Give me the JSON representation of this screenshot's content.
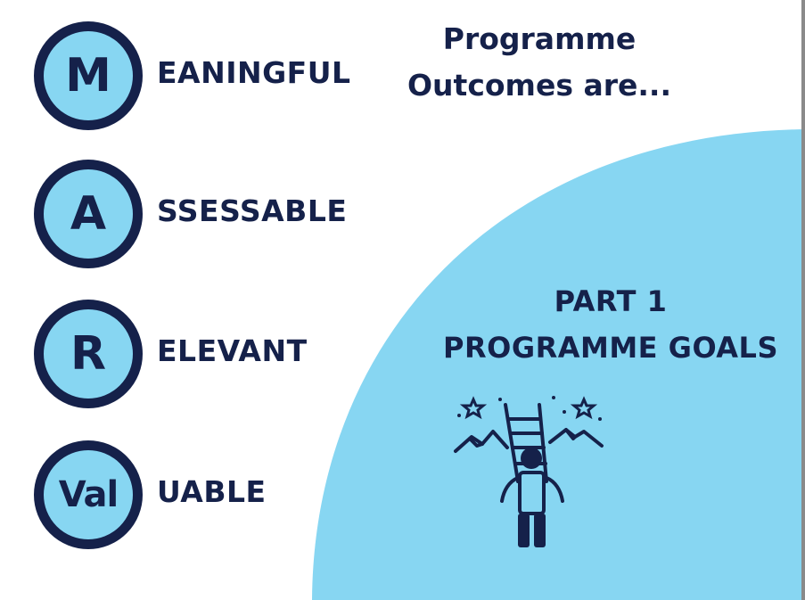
{
  "acronym": [
    {
      "letter": "M",
      "word": "EANINGFUL"
    },
    {
      "letter": "A",
      "word": "SSESSABLE"
    },
    {
      "letter": "R",
      "word": "ELEVANT"
    },
    {
      "letter": "Val",
      "word": "UABLE"
    }
  ],
  "title": {
    "line1": "Programme",
    "line2": "Outcomes are..."
  },
  "panel": {
    "line1": "PART 1",
    "line2": "PROGRAMME GOALS"
  },
  "illustration": {
    "icon": "person-climbing-ladder-to-stars-icon"
  },
  "colors": {
    "navy": "#15214a",
    "light_blue": "#87d6f2",
    "white": "#ffffff"
  }
}
